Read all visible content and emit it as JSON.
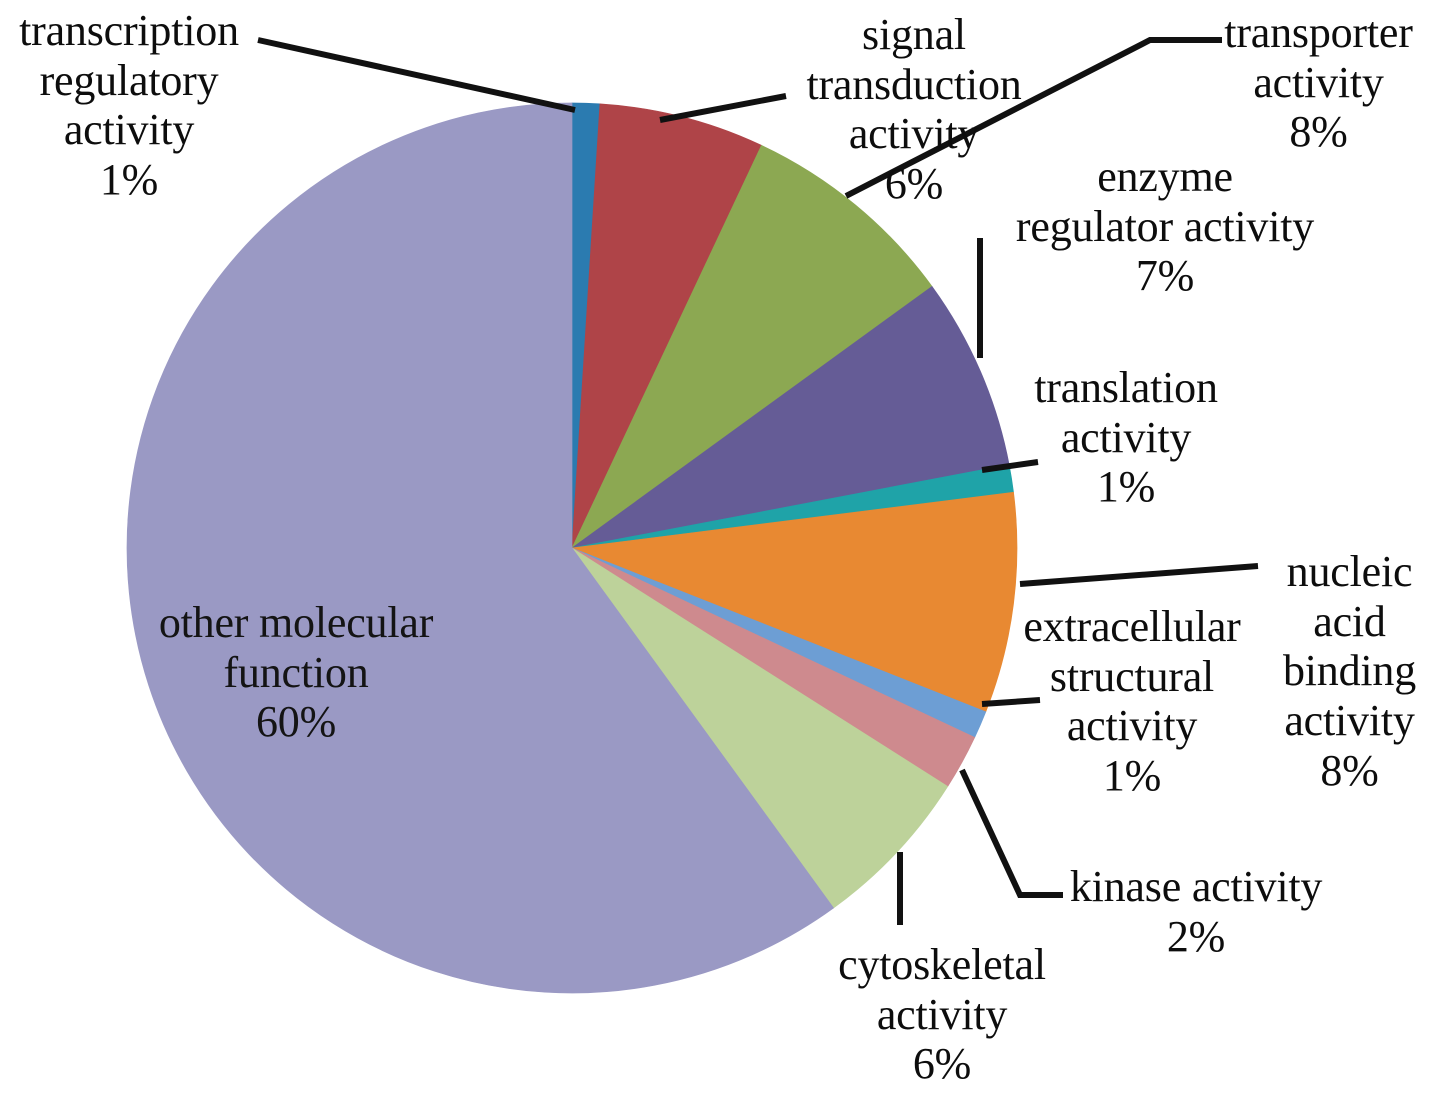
{
  "chart_data": {
    "type": "pie",
    "title": "",
    "subtitle": "",
    "xlabel": "",
    "ylabel": "",
    "grid": false,
    "legend_position": "none",
    "label_format": "name + percent",
    "start_angle_deg": 0,
    "direction": "clockwise",
    "categories": [
      "transcription regulatory activity",
      "signal transduction activity",
      "transporter activity",
      "enzyme regulator activity",
      "translation activity",
      "nucleic acid binding activity",
      "extracellular structural activity",
      "kinase activity",
      "cytoskeletal activity",
      "other molecular function"
    ],
    "values": [
      1,
      6,
      8,
      7,
      1,
      8,
      1,
      2,
      6,
      60
    ],
    "value_labels": [
      "1%",
      "6%",
      "8%",
      "7%",
      "1%",
      "8%",
      "1%",
      "2%",
      "6%",
      "60%"
    ],
    "colors": [
      "#2B7BB0",
      "#AF4448",
      "#8CA852",
      "#655C96",
      "#1FA3A8",
      "#E88932",
      "#6D9ED4",
      "#CE8A8E",
      "#BDD29A",
      "#9A99C4"
    ],
    "slices": [
      {
        "name": "transcription regulatory activity",
        "value": 1,
        "percent_label": "1%",
        "color": "#2B7BB0"
      },
      {
        "name": "signal transduction activity",
        "value": 6,
        "percent_label": "6%",
        "color": "#AF4448"
      },
      {
        "name": "transporter activity",
        "value": 8,
        "percent_label": "8%",
        "color": "#8CA852"
      },
      {
        "name": "enzyme regulator activity",
        "value": 7,
        "percent_label": "7%",
        "color": "#655C96"
      },
      {
        "name": "translation activity",
        "value": 1,
        "percent_label": "1%",
        "color": "#1FA3A8"
      },
      {
        "name": "nucleic acid binding activity",
        "value": 8,
        "percent_label": "8%",
        "color": "#E88932"
      },
      {
        "name": "extracellular structural activity",
        "value": 1,
        "percent_label": "1%",
        "color": "#6D9ED4"
      },
      {
        "name": "kinase activity",
        "value": 2,
        "percent_label": "2%",
        "color": "#CE8A8E"
      },
      {
        "name": "cytoskeletal activity",
        "value": 6,
        "percent_label": "6%",
        "color": "#BDD29A"
      },
      {
        "name": "other molecular function",
        "value": 60,
        "percent_label": "60%",
        "color": "#9A99C4"
      }
    ]
  },
  "labels": {
    "transcription": {
      "line1": "transcription",
      "line2": "regulatory",
      "line3": "activity",
      "pct": "1%"
    },
    "signal": {
      "line1": "signal",
      "line2": "transduction",
      "line3": "activity",
      "pct": "6%"
    },
    "transporter": {
      "line1": "transporter",
      "line2": "activity",
      "pct": "8%"
    },
    "enzyme": {
      "line1": "enzyme",
      "line2": "regulator activity",
      "pct": "7%"
    },
    "translation": {
      "line1": "translation",
      "line2": "activity",
      "pct": "1%"
    },
    "nucleic": {
      "line1": "nucleic",
      "line2": "acid",
      "line3": "binding",
      "line4": "activity",
      "pct": "8%"
    },
    "extracellular": {
      "line1": "extracellular",
      "line2": "structural",
      "line3": "activity",
      "pct": "1%"
    },
    "kinase": {
      "line1": "kinase activity",
      "pct": "2%"
    },
    "cytoskeletal": {
      "line1": "cytoskeletal",
      "line2": "activity",
      "pct": "6%"
    },
    "other": {
      "line1": "other molecular",
      "line2": "function",
      "pct": "60%"
    }
  },
  "style": {
    "background": "#ffffff",
    "text_color": "#0d0d0d",
    "leader_line_color": "#111111"
  }
}
